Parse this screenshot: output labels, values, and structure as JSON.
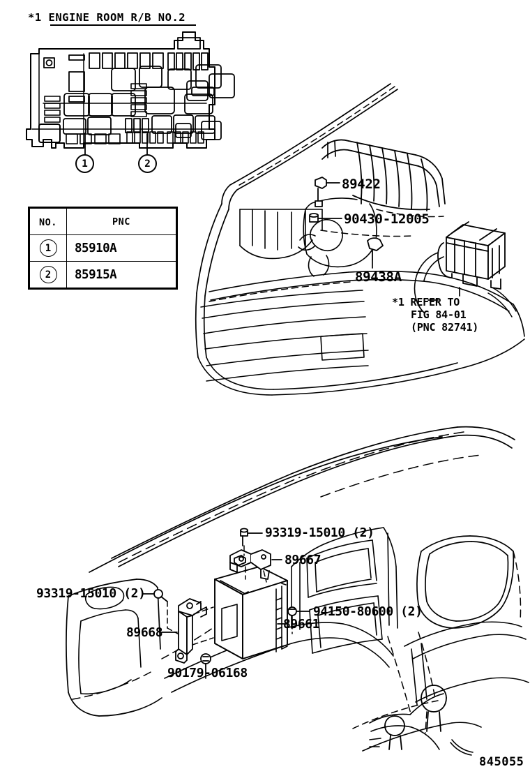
{
  "figure": {
    "footer_code": "845055"
  },
  "upper": {
    "title": "*1 ENGINE ROOM R/B NO.2",
    "callouts": [
      {
        "num": "1"
      },
      {
        "num": "2"
      }
    ],
    "table": {
      "headers": [
        "NO.",
        "PNC"
      ],
      "rows": [
        {
          "no": "1",
          "pnc": "85910A"
        },
        {
          "no": "2",
          "pnc": "85915A"
        }
      ]
    },
    "labels": [
      {
        "id": "label-89422",
        "text": "89422"
      },
      {
        "id": "label-90430-12005",
        "text": "90430-12005"
      },
      {
        "id": "label-89438a",
        "text": "89438A"
      }
    ],
    "note": {
      "line1": "*1 REFER TO",
      "line2": "FIG 84-01",
      "line3": "(PNC 82741)"
    }
  },
  "lower": {
    "labels": [
      {
        "id": "label-93319-top",
        "text": "93319-15010 (2)"
      },
      {
        "id": "label-93319-left",
        "text": "93319-15010 (2)"
      },
      {
        "id": "label-89667",
        "text": "89667"
      },
      {
        "id": "label-94150-80600",
        "text": "94150-80600 (2)"
      },
      {
        "id": "label-89661",
        "text": "89661"
      },
      {
        "id": "label-89668",
        "text": "89668"
      },
      {
        "id": "label-90179-06168",
        "text": "90179-06168"
      }
    ]
  }
}
